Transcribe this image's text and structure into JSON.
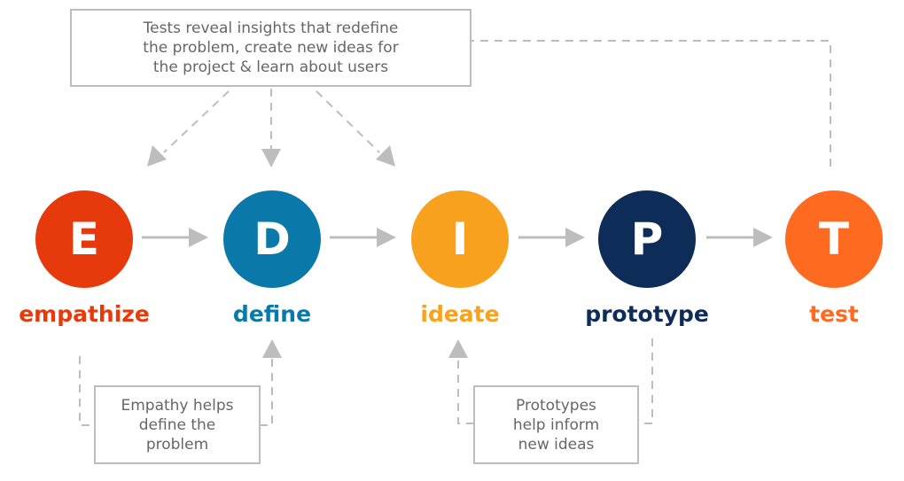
{
  "stages": [
    {
      "letter": "E",
      "label": "empathize",
      "color": "#E63A0C"
    },
    {
      "letter": "D",
      "label": "define",
      "color": "#0A78A8"
    },
    {
      "letter": "I",
      "label": "ideate",
      "color": "#F8A11E"
    },
    {
      "letter": "P",
      "label": "prototype",
      "color": "#0E2C58"
    },
    {
      "letter": "T",
      "label": "test",
      "color": "#FF6A21"
    }
  ],
  "notes": {
    "top": "Tests reveal insights that redefine\nthe problem, create new ideas for\nthe project & learn about users",
    "empathy": "Empathy helps\ndefine the\nproblem",
    "prototypes": "Prototypes\nhelp inform\nnew ideas"
  },
  "colors": {
    "arrow": "#bdbdbd",
    "note_border": "#bdbdbd",
    "note_text": "#666666"
  }
}
